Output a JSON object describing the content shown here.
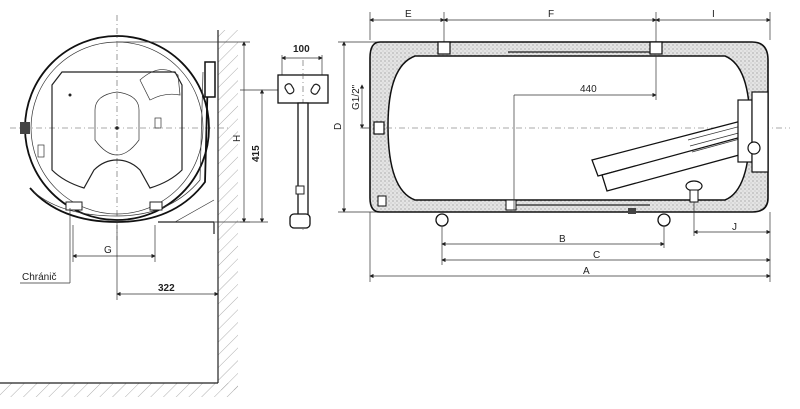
{
  "labels": {
    "dim_100": "100",
    "dim_415": "415",
    "dim_322": "322",
    "dim_440": "440",
    "thread": "G1/2\"",
    "E": "E",
    "F": "F",
    "I": "I",
    "D": "D",
    "H": "H",
    "G": "G",
    "B": "B",
    "C": "C",
    "A": "A",
    "J": "J",
    "protector": "Chránič"
  },
  "colors": {
    "line": "#222222",
    "hatch": "#888888",
    "insulation": "#d9d9d9"
  }
}
